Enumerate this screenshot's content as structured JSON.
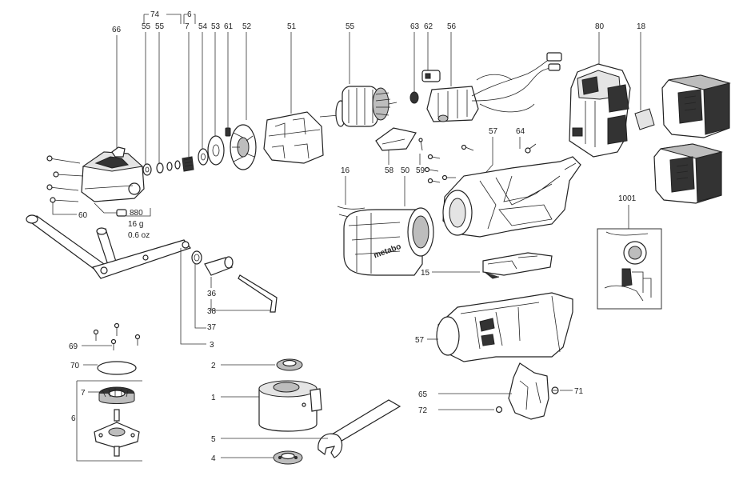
{
  "callouts": {
    "c74": "74",
    "c6a": "6",
    "c66": "66",
    "c55a": "55",
    "c55b": "55",
    "c7a": "7",
    "c54": "54",
    "c53": "53",
    "c61": "61",
    "c52": "52",
    "c51": "51",
    "c55c": "55",
    "c63": "63",
    "c62": "62",
    "c56": "56",
    "c80": "80",
    "c18": "18",
    "c57a": "57",
    "c64": "64",
    "c16": "16",
    "c50": "50",
    "c58": "58",
    "c59": "59",
    "c880": "880",
    "c60": "60",
    "c1001": "1001",
    "c15": "15",
    "c36": "36",
    "c38": "38",
    "c37": "37",
    "c3": "3",
    "c69": "69",
    "c70": "70",
    "c7b": "7",
    "c6b": "6",
    "c2": "2",
    "c1": "1",
    "c57b": "57",
    "c65": "65",
    "c71": "71",
    "c72": "72",
    "c5": "5",
    "c4": "4"
  },
  "weight": {
    "grams": "16 g",
    "ounces": "0.6 oz"
  },
  "brand_logo": "metabo"
}
